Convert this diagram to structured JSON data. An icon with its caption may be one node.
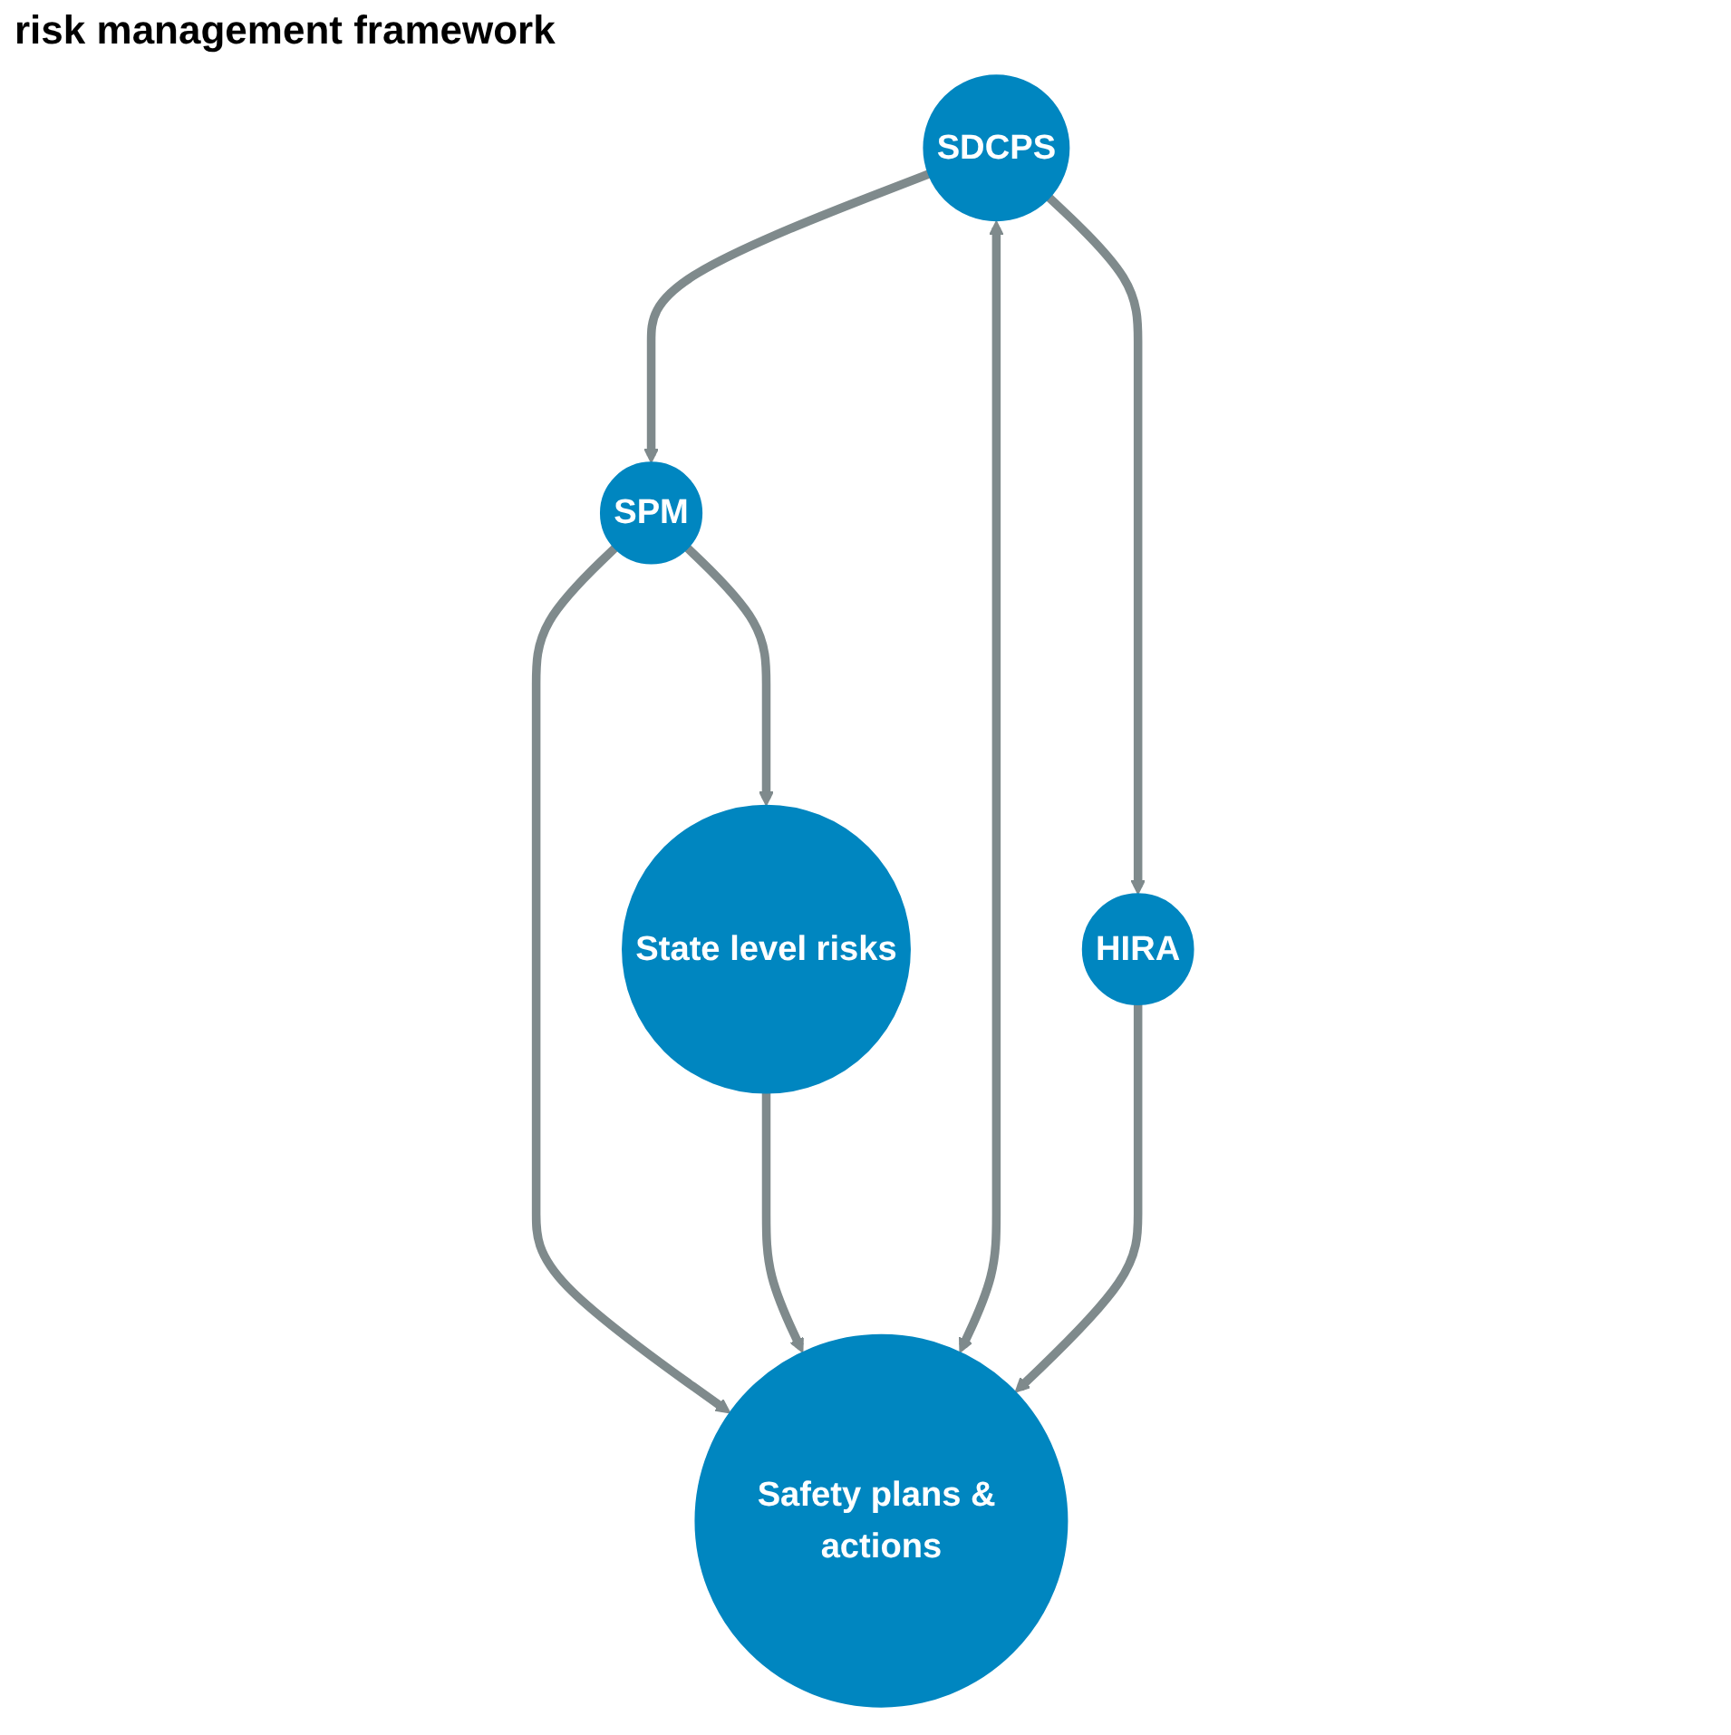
{
  "diagram": {
    "title": "risk management framework",
    "nodes": [
      {
        "text": [
          "SDCPS"
        ]
      },
      {
        "text": [
          "SPM"
        ]
      },
      {
        "text": [
          "Safety plans & actions"
        ]
      },
      {
        "text": [
          "HIRA"
        ]
      },
      {
        "text": [
          "State level risks"
        ]
      }
    ],
    "edges": [
      {
        "from": 0,
        "to": 1,
        "arrow": "to"
      },
      {
        "from": 0,
        "to": 2,
        "arrow": "both"
      },
      {
        "from": 0,
        "to": 3,
        "arrow": "to"
      },
      {
        "from": 1,
        "to": 2,
        "arrow": "to"
      },
      {
        "from": 3,
        "to": 2,
        "arrow": "to"
      },
      {
        "from": 1,
        "to": 4,
        "arrow": "to"
      },
      {
        "from": 4,
        "to": 2,
        "arrow": "to"
      }
    ]
  }
}
